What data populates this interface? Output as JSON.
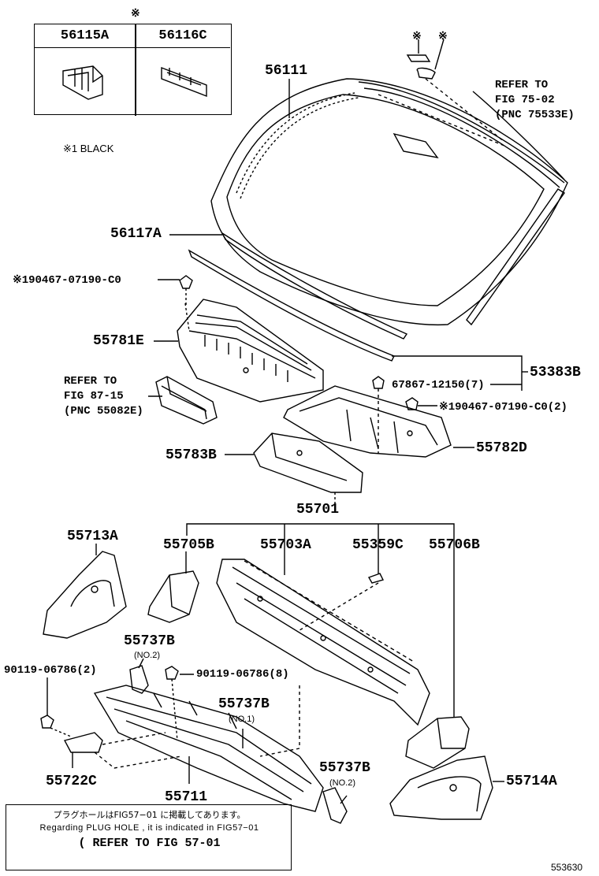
{
  "header": {
    "asterisk": "※",
    "table": {
      "col1_part": "56115A",
      "col2_part": "56116C"
    },
    "note_black": "※1 BLACK"
  },
  "refer_top": {
    "line1": "REFER TO",
    "line2": "FIG 75-02",
    "line3": "(PNC 75533E)"
  },
  "refer_left": {
    "line1": "REFER TO",
    "line2": "FIG 87-15",
    "line3": "(PNC 55082E)"
  },
  "labels": {
    "p56111": "56111",
    "p56117A": "56117A",
    "p90467_left": "※190467-07190-C0",
    "p55781E": "55781E",
    "p53383B": "53383B",
    "p67867": "67867-12150(7)",
    "p90467_right": "※190467-07190-C0(2)",
    "p55783B": "55783B",
    "p55782D": "55782D",
    "p55701": "55701",
    "p55713A": "55713A",
    "p55705B": "55705B",
    "p55703A": "55703A",
    "p55359C": "55359C",
    "p55706B": "55706B",
    "p55737B_top": "55737B",
    "p55737B_top_sub": "(NO.2)",
    "p90119_left": "90119-06786(2)",
    "p90119_mid": "90119-06786(8)",
    "p55737B_mid": "55737B",
    "p55737B_mid_sub": "(NO.1)",
    "p55737B_bot": "55737B",
    "p55737B_bot_sub": "(NO.2)",
    "p55722C": "55722C",
    "p55711": "55711",
    "p55714A": "55714A"
  },
  "plug_note": {
    "jp": "プラグホールはFIG57−01 に掲載してあります。",
    "en": "Regarding PLUG HOLE , it is indicated in FIG57−01",
    "ref": "( REFER TO FIG 57-01"
  },
  "figure_id": "553630"
}
